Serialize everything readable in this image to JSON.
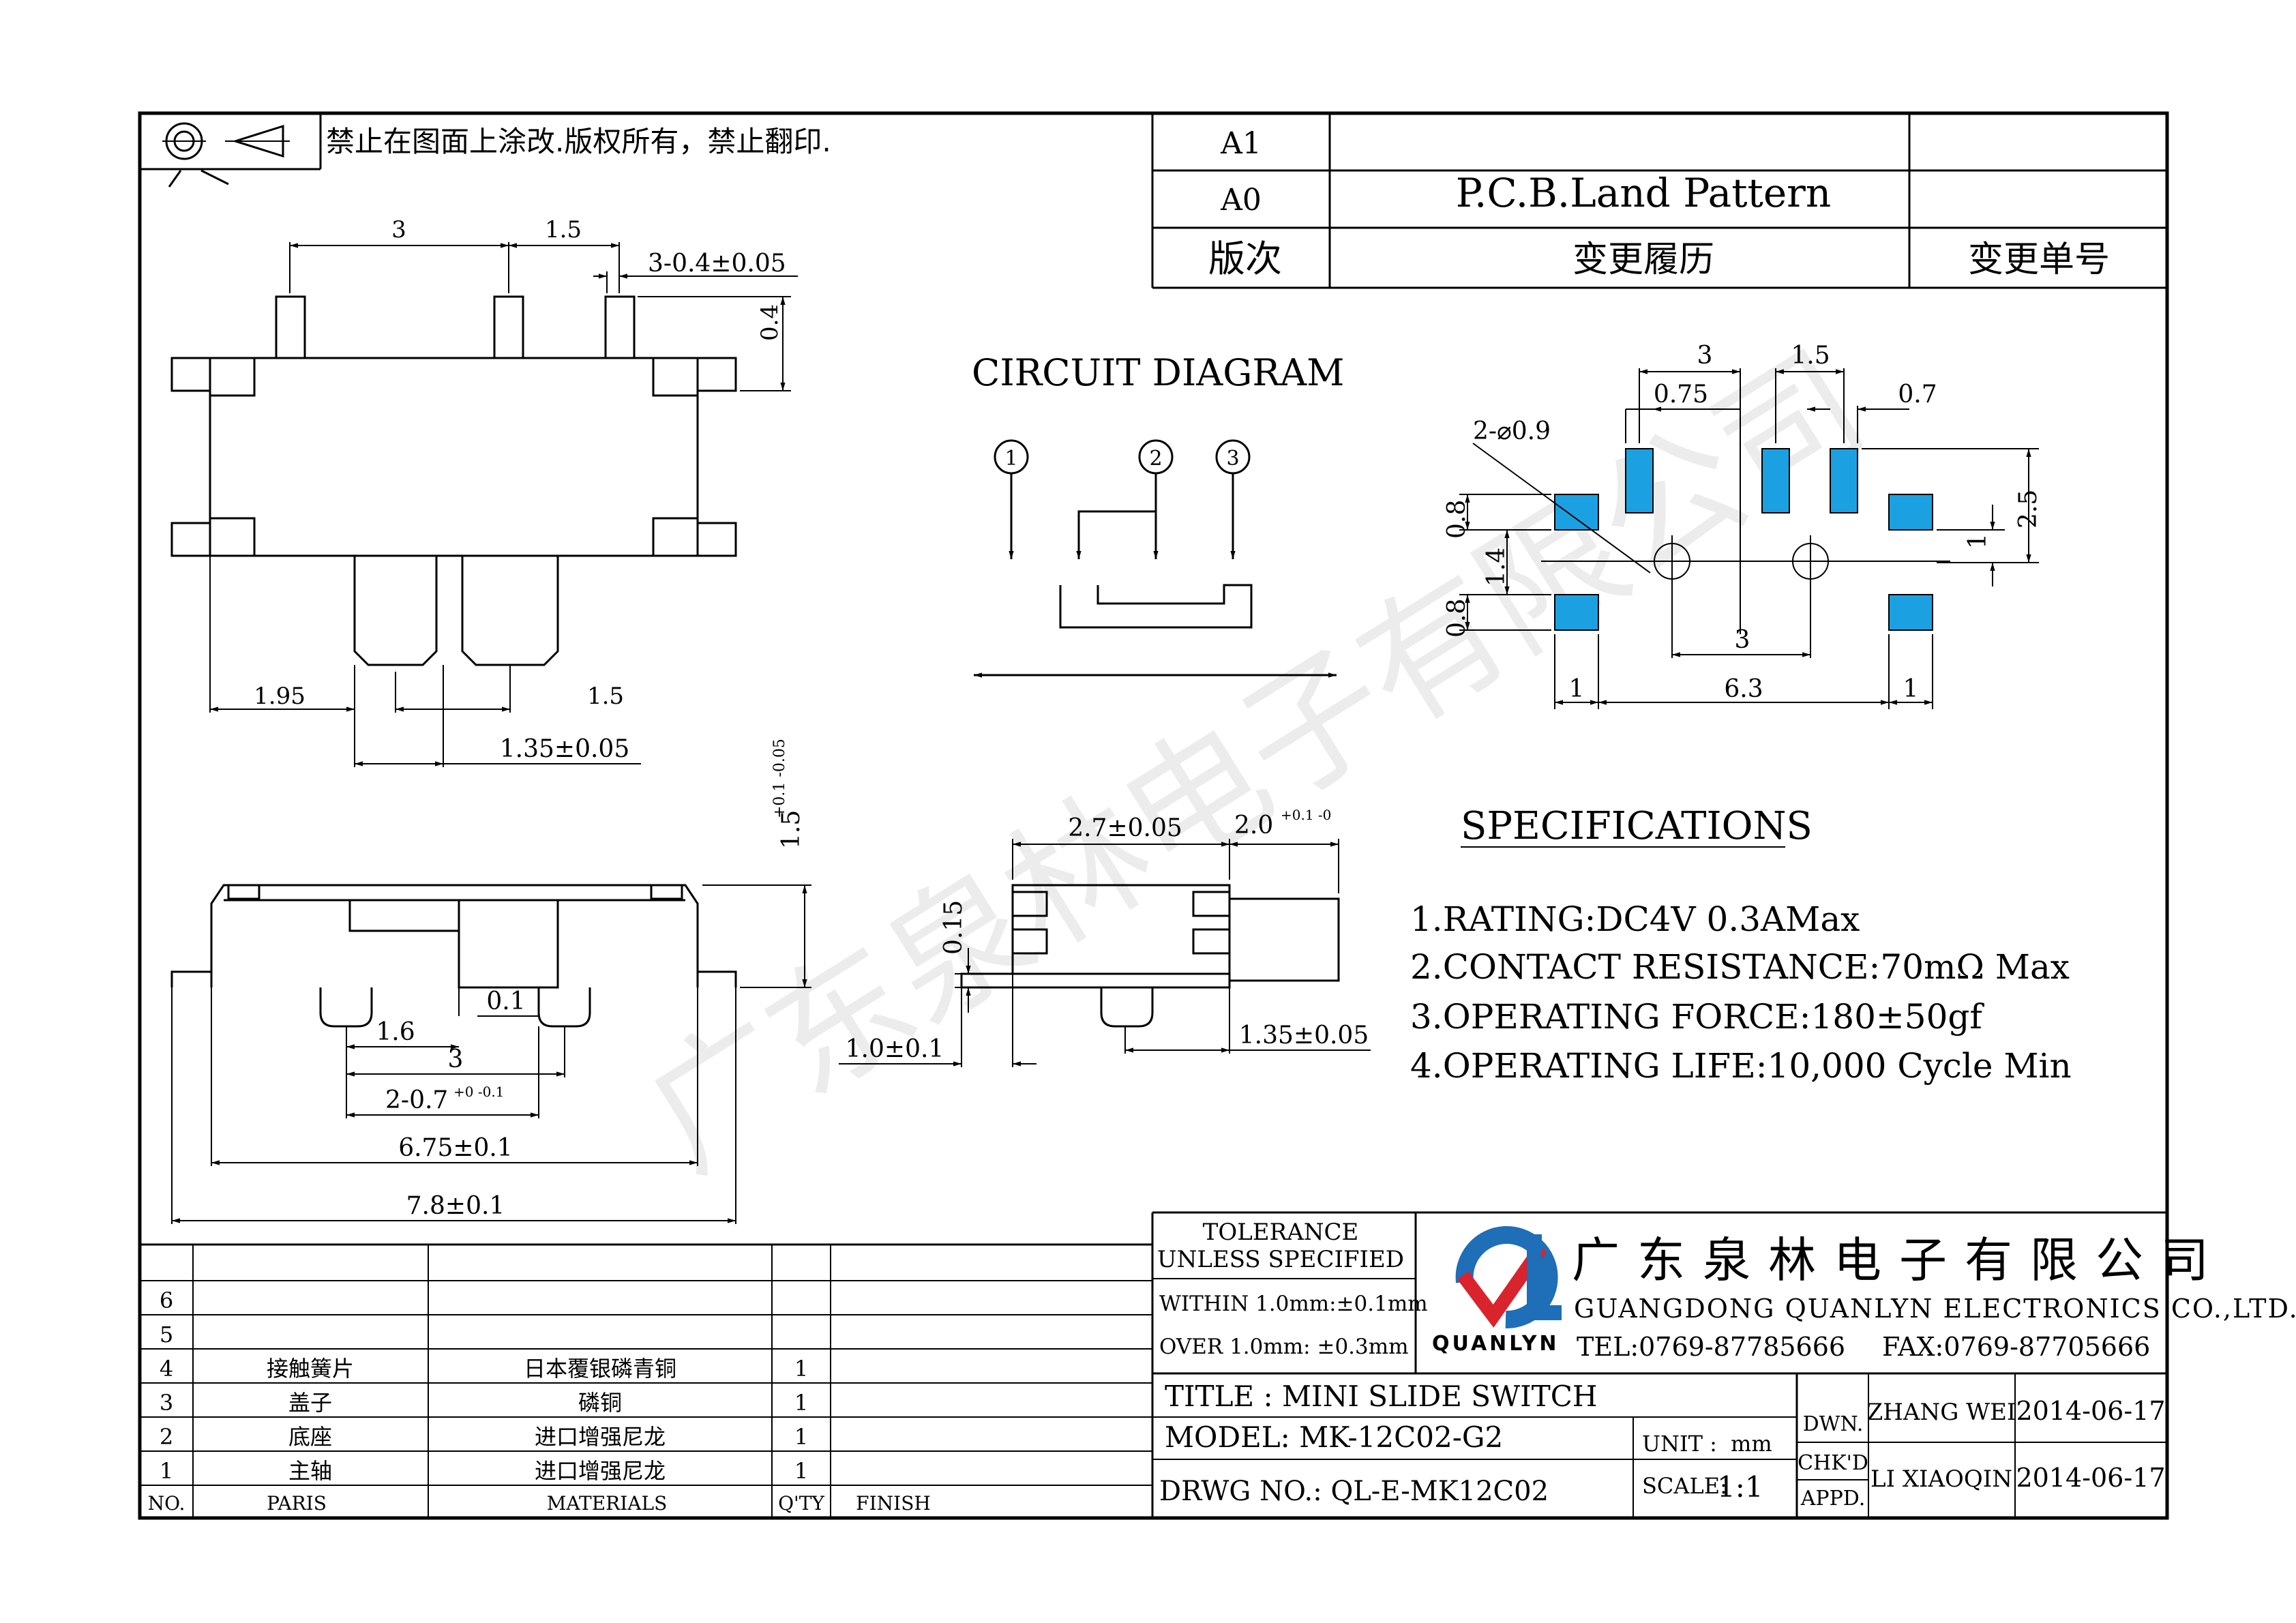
{
  "header": {
    "warning": "禁止在图面上涂改.版权所有，禁止翻印.",
    "rev_rows": [
      {
        "rev": "A1",
        "history": "",
        "order": ""
      },
      {
        "rev": "A0",
        "history": "P.C.B.Land Pattern",
        "order": ""
      }
    ],
    "rev_header": {
      "rev": "版次",
      "history": "变更履历",
      "order": "变更单号"
    }
  },
  "top_view": {
    "dims": {
      "d1": "3",
      "d2": "1.5",
      "pin_w": "3-0.4±0.05",
      "pin_h": "0.4",
      "left": "1.95",
      "right": "1.5",
      "slot": "1.35±0.05"
    }
  },
  "circuit": {
    "title": "CIRCUIT DIAGRAM",
    "pins": [
      "1",
      "2",
      "3"
    ]
  },
  "pcb": {
    "dims": {
      "d3": "3",
      "d15": "1.5",
      "d075": "0.75",
      "d07": "0.7",
      "hole": "2-⌀0.9",
      "d08a": "0.8",
      "d14": "1.4",
      "d08b": "0.8",
      "d25": "2.5",
      "d1r": "1",
      "d3b": "3",
      "w1l": "1",
      "w63": "6.3",
      "w1r": "1"
    },
    "pad_color": "#1BA1E2"
  },
  "front_view": {
    "dims": {
      "h": "1.5",
      "h_tol": "+0.1 -0.05",
      "d16": "1.6",
      "d01": "0.1",
      "d3": "3",
      "d07": "2-0.7",
      "d07_tol": "+0 -0.1",
      "d675": "6.75±0.1",
      "d78": "7.8±0.1"
    }
  },
  "side_view": {
    "dims": {
      "d27": "2.7±0.05",
      "d20": "2.0",
      "d20_tol": "+0.1 -0",
      "d015": "0.15",
      "d10": "1.0±0.1",
      "d135": "1.35±0.05"
    }
  },
  "specs": {
    "title": "SPECIFICATIONS",
    "items": [
      "1.RATING:DC4V 0.3AMax",
      "2.CONTACT RESISTANCE:70mΩ  Max",
      "3.OPERATING FORCE:180±50gf",
      "4.OPERATING LIFE:10,000 Cycle Min"
    ]
  },
  "watermark": "广东泉林电子有限公司",
  "bom": {
    "rows": [
      {
        "no": "6",
        "part": "",
        "material": "",
        "qty": "",
        "finish": ""
      },
      {
        "no": "5",
        "part": "",
        "material": "",
        "qty": "",
        "finish": ""
      },
      {
        "no": "4",
        "part": "接触簧片",
        "material": "日本覆银磷青铜",
        "qty": "1",
        "finish": ""
      },
      {
        "no": "3",
        "part": "盖子",
        "material": "磷铜",
        "qty": "1",
        "finish": ""
      },
      {
        "no": "2",
        "part": "底座",
        "material": "进口增强尼龙",
        "qty": "1",
        "finish": ""
      },
      {
        "no": "1",
        "part": "主轴",
        "material": "进口增强尼龙",
        "qty": "1",
        "finish": ""
      }
    ],
    "header": {
      "no": "NO.",
      "part": "PARIS",
      "material": "MATERIALS",
      "qty": "Q'TY",
      "finish": "FINISH"
    }
  },
  "title_block": {
    "tol1": "TOLERANCE",
    "tol2": "UNLESS SPECIFIED",
    "tol3": "WITHIN 1.0mm:±0.1mm",
    "tol4": "OVER 1.0mm:  ±0.3mm",
    "company_cn": "广东泉林电子有限公司",
    "company_en": "GUANGDONG QUANLYN ELECTRONICS CO.,LTD.",
    "tel": "TEL:0769-87785666",
    "fax": "FAX:0769-87705666",
    "logo_text": "QUANLYN",
    "title": "TITLE : MINI SLIDE SWITCH",
    "model": "MODEL: MK-12C02-G2",
    "drwg": "DRWG NO.: QL-E-MK12C02",
    "unit_label": "UNIT :",
    "unit": "mm",
    "scale_label": "SCALE:",
    "scale": "1:1",
    "dwn": "DWN.",
    "chkd": "CHK'D",
    "appd": "APPD.",
    "dwn_name": "ZHANG WEI",
    "dwn_date": "2014-06-17",
    "chk_name": "LI XIAOQIN",
    "chk_date": "2014-06-17"
  },
  "colors": {
    "logo_blue": "#1E6EB8",
    "logo_red": "#D9232D"
  }
}
